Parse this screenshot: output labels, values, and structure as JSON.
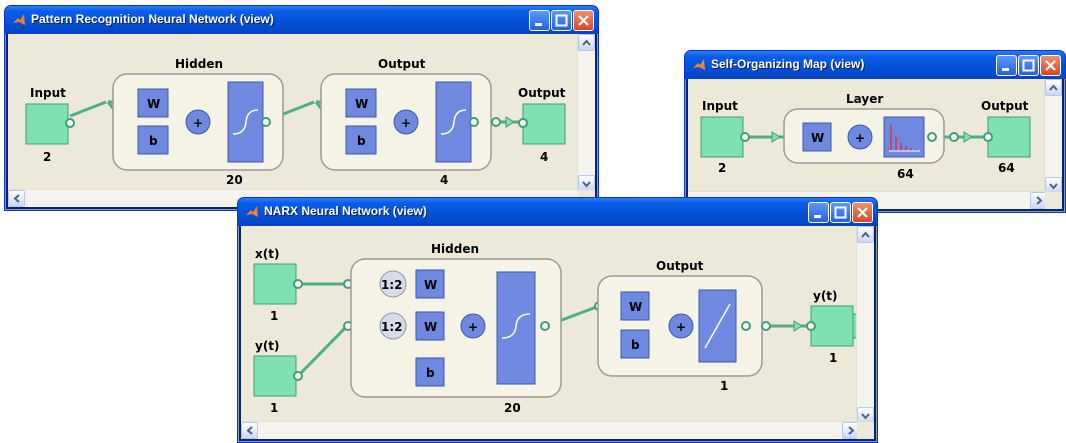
{
  "windows": {
    "pattern": {
      "title": "Pattern Recognition Neural Network (view)",
      "input_label": "Input",
      "input_size": "2",
      "hidden_label": "Hidden",
      "hidden_size": "20",
      "output_layer_label": "Output",
      "output_layer_size": "4",
      "output_label": "Output",
      "output_size": "4",
      "weight": "W",
      "bias": "b",
      "sum": "+"
    },
    "som": {
      "title": "Self-Organizing Map (view)",
      "input_label": "Input",
      "input_size": "2",
      "layer_label": "Layer",
      "layer_size": "64",
      "output_label": "Output",
      "output_size": "64",
      "weight": "W",
      "sum": "+"
    },
    "narx": {
      "title": "NARX Neural Network (view)",
      "x_label": "x(t)",
      "x_size": "1",
      "y_in_label": "y(t)",
      "y_in_size": "1",
      "hidden_label": "Hidden",
      "hidden_size": "20",
      "delay": "1:2",
      "weight": "W",
      "bias": "b",
      "sum": "+",
      "output_layer_label": "Output",
      "output_layer_size": "1",
      "y_out_label": "y(t)",
      "y_out_size": "1"
    }
  },
  "colors": {
    "node_fill": "#7fe0b0",
    "block_fill": "#6f88e0",
    "layer_fill": "#f5f3e6",
    "panel_bg": "#ece9d8",
    "title_bar": "#0a5ce8"
  }
}
